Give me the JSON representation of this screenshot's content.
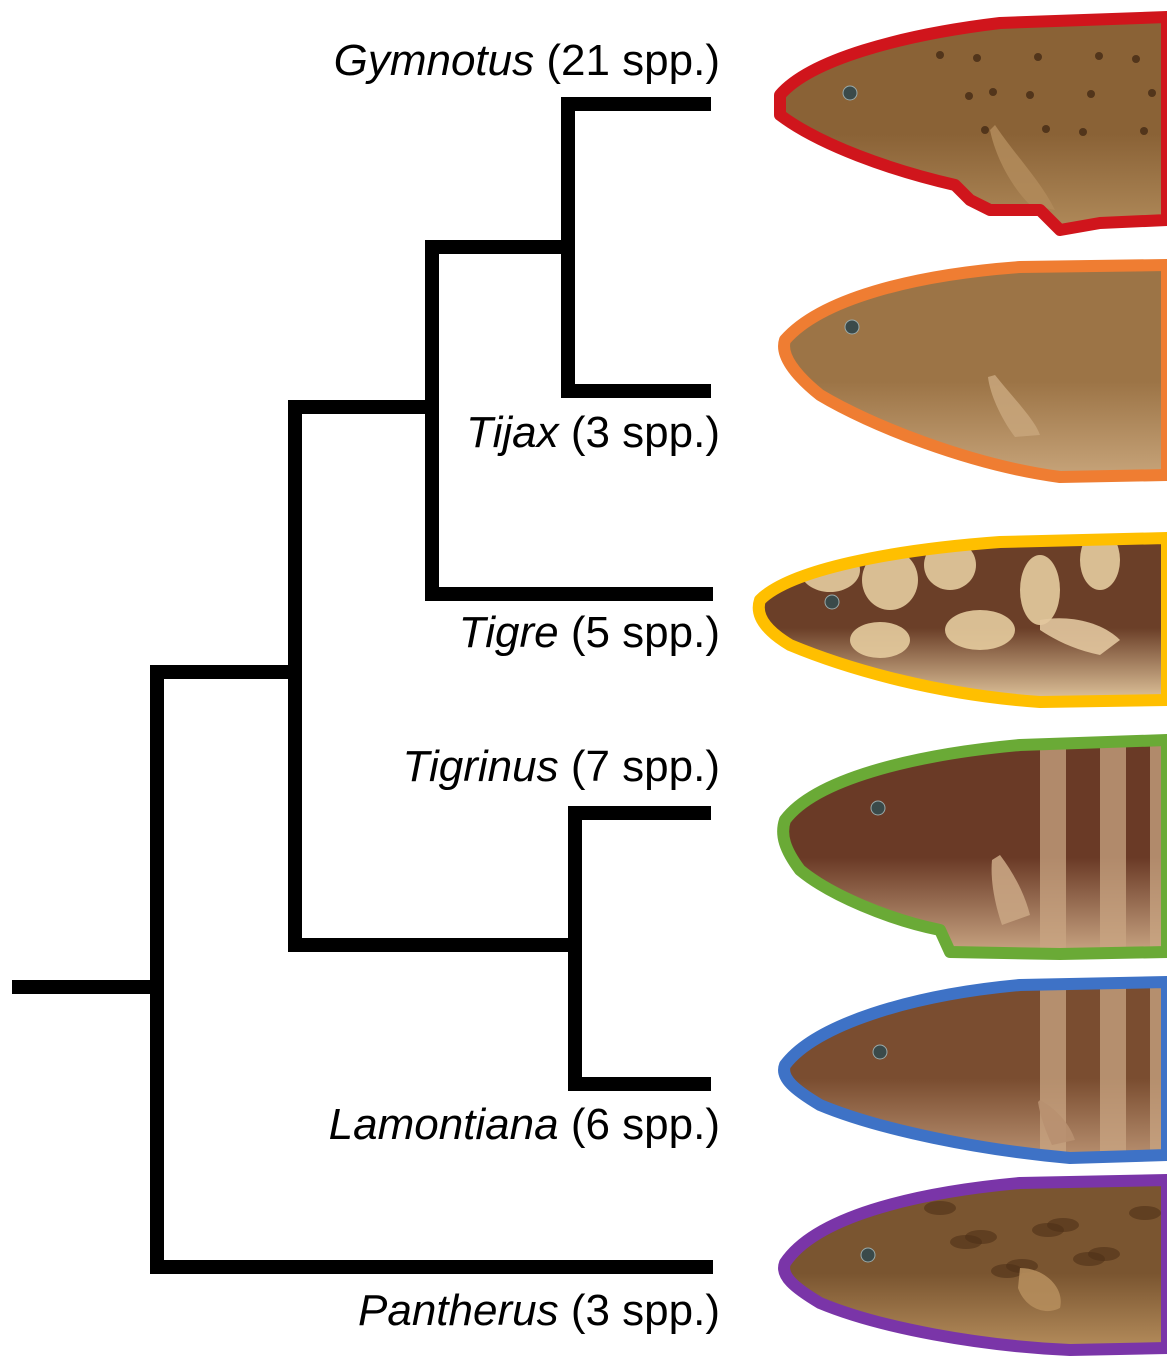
{
  "taxa": [
    {
      "genus": "Gymnotus",
      "count": "(21 spp.)",
      "outline_color": "#d0151c",
      "body_color": "#8a6236",
      "belly_color": "#b08a5a",
      "pattern": "spots"
    },
    {
      "genus": "Tijax",
      "count": "(3 spp.)",
      "outline_color": "#ef7d32",
      "body_color": "#9c7446",
      "belly_color": "#c7a47a",
      "pattern": "plain"
    },
    {
      "genus": "Tigre",
      "count": "(5 spp.)",
      "outline_color": "#ffbf00",
      "body_color": "#6b3f28",
      "belly_color": "#e2c79e",
      "pattern": "tiger"
    },
    {
      "genus": "Tigrinus",
      "count": "(7 spp.)",
      "outline_color": "#6aaa36",
      "body_color": "#6a3a26",
      "belly_color": "#c9a583",
      "pattern": "bands"
    },
    {
      "genus": "Lamontiana",
      "count": "(6 spp.)",
      "outline_color": "#3e72c6",
      "body_color": "#7a4d30",
      "belly_color": "#b89070",
      "pattern": "bands"
    },
    {
      "genus": "Pantherus",
      "count": "(3 spp.)",
      "outline_color": "#7a35a8",
      "body_color": "#7a5530",
      "belly_color": "#b58d5c",
      "pattern": "mottled"
    }
  ]
}
